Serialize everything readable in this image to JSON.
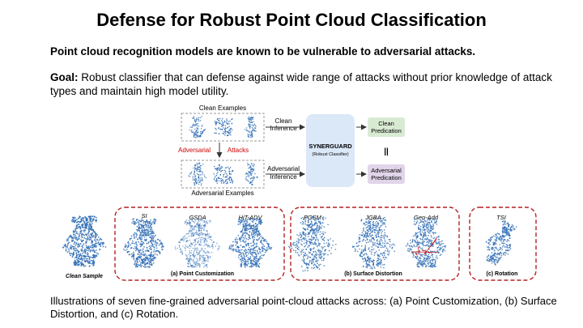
{
  "slide": {
    "title": "Defense for Robust Point Cloud Classification",
    "intro": "Point cloud recognition models are known to be vulnerable to adversarial attacks.",
    "goal_label": "Goal:",
    "goal_text": "Robust classifier that can defense against wide range of attacks without prior knowledge of attack types and maintain high model utility.",
    "caption": "Illustrations of seven fine-grained adversarial point-cloud attacks across: (a) Point Customization, (b) Surface Distortion, and (c) Rotation."
  },
  "diagram": {
    "clean_examples": "Clean Examples",
    "adversarial_examples": "Adversarial Examples",
    "adversarial_label": "Adversarial",
    "attacks_label": "Attacks",
    "clean_inference_1": "Clean",
    "clean_inference_2": "Inference",
    "adv_inference_1": "Adversarial",
    "adv_inference_2": "Inference",
    "synerguard_title": "SYNERGUARD",
    "synerguard_sub": "(Robust Classifier)",
    "clean_pred_1": "Clean",
    "clean_pred_2": "Predication",
    "adv_pred_1": "Adversarial",
    "adv_pred_2": "Predication",
    "parallel_symbol": "||",
    "colors": {
      "synerguard_box": "#dbe8f8",
      "clean_pred_box": "#d9ead3",
      "adv_pred_box": "#e1d5ea",
      "attack_red": "#cc0000",
      "point_blue": "#2f6db5",
      "dash_red": "#b22222"
    }
  },
  "attacks": {
    "clean_sample": "Clean Sample",
    "group_a": "(a) Point Customization",
    "group_b": "(b) Surface Distortion",
    "group_c": "(c) Rotation",
    "si": "SI",
    "gsda": "GSDA",
    "hit_adv": "HiT-ADV",
    "fgsm": "FGSM",
    "jgba": "JGBA",
    "gen_add": "Gen-Add",
    "tsi": "TSI"
  }
}
